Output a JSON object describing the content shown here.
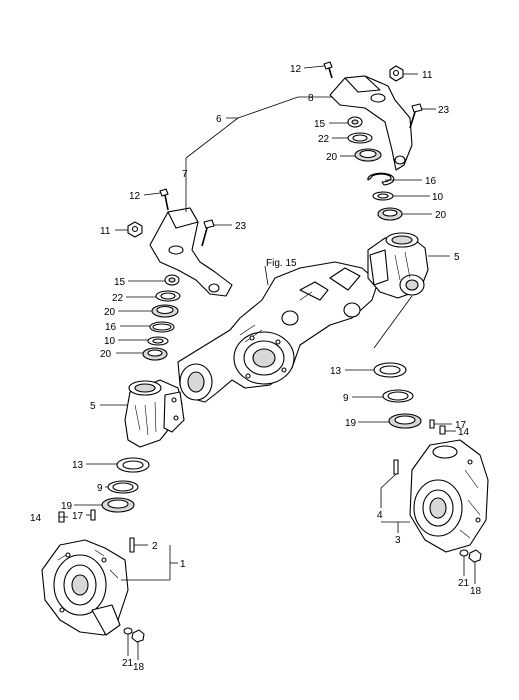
{
  "figure_reference": "Fig. 15",
  "callouts": {
    "c1": "1",
    "c2": "2",
    "c3": "3",
    "c4": "4",
    "c5a": "5",
    "c5b": "5",
    "c6": "6",
    "c7": "7",
    "c8": "8",
    "c9a": "9",
    "c9b": "9",
    "c10a": "10",
    "c10b": "10",
    "c11a": "11",
    "c11b": "11",
    "c12a": "12",
    "c12b": "12",
    "c13a": "13",
    "c13b": "13",
    "c14a": "14",
    "c14b": "14",
    "c15a": "15",
    "c15b": "15",
    "c16a": "16",
    "c16b": "16",
    "c17a": "17",
    "c17b": "17",
    "c18a": "18",
    "c18b": "18",
    "c19a": "19",
    "c19b": "19",
    "c20a": "20",
    "c20b": "20",
    "c20c": "20",
    "c20d": "20",
    "c21a": "21",
    "c21b": "21",
    "c22a": "22",
    "c22b": "22",
    "c23a": "23",
    "c23b": "23"
  }
}
